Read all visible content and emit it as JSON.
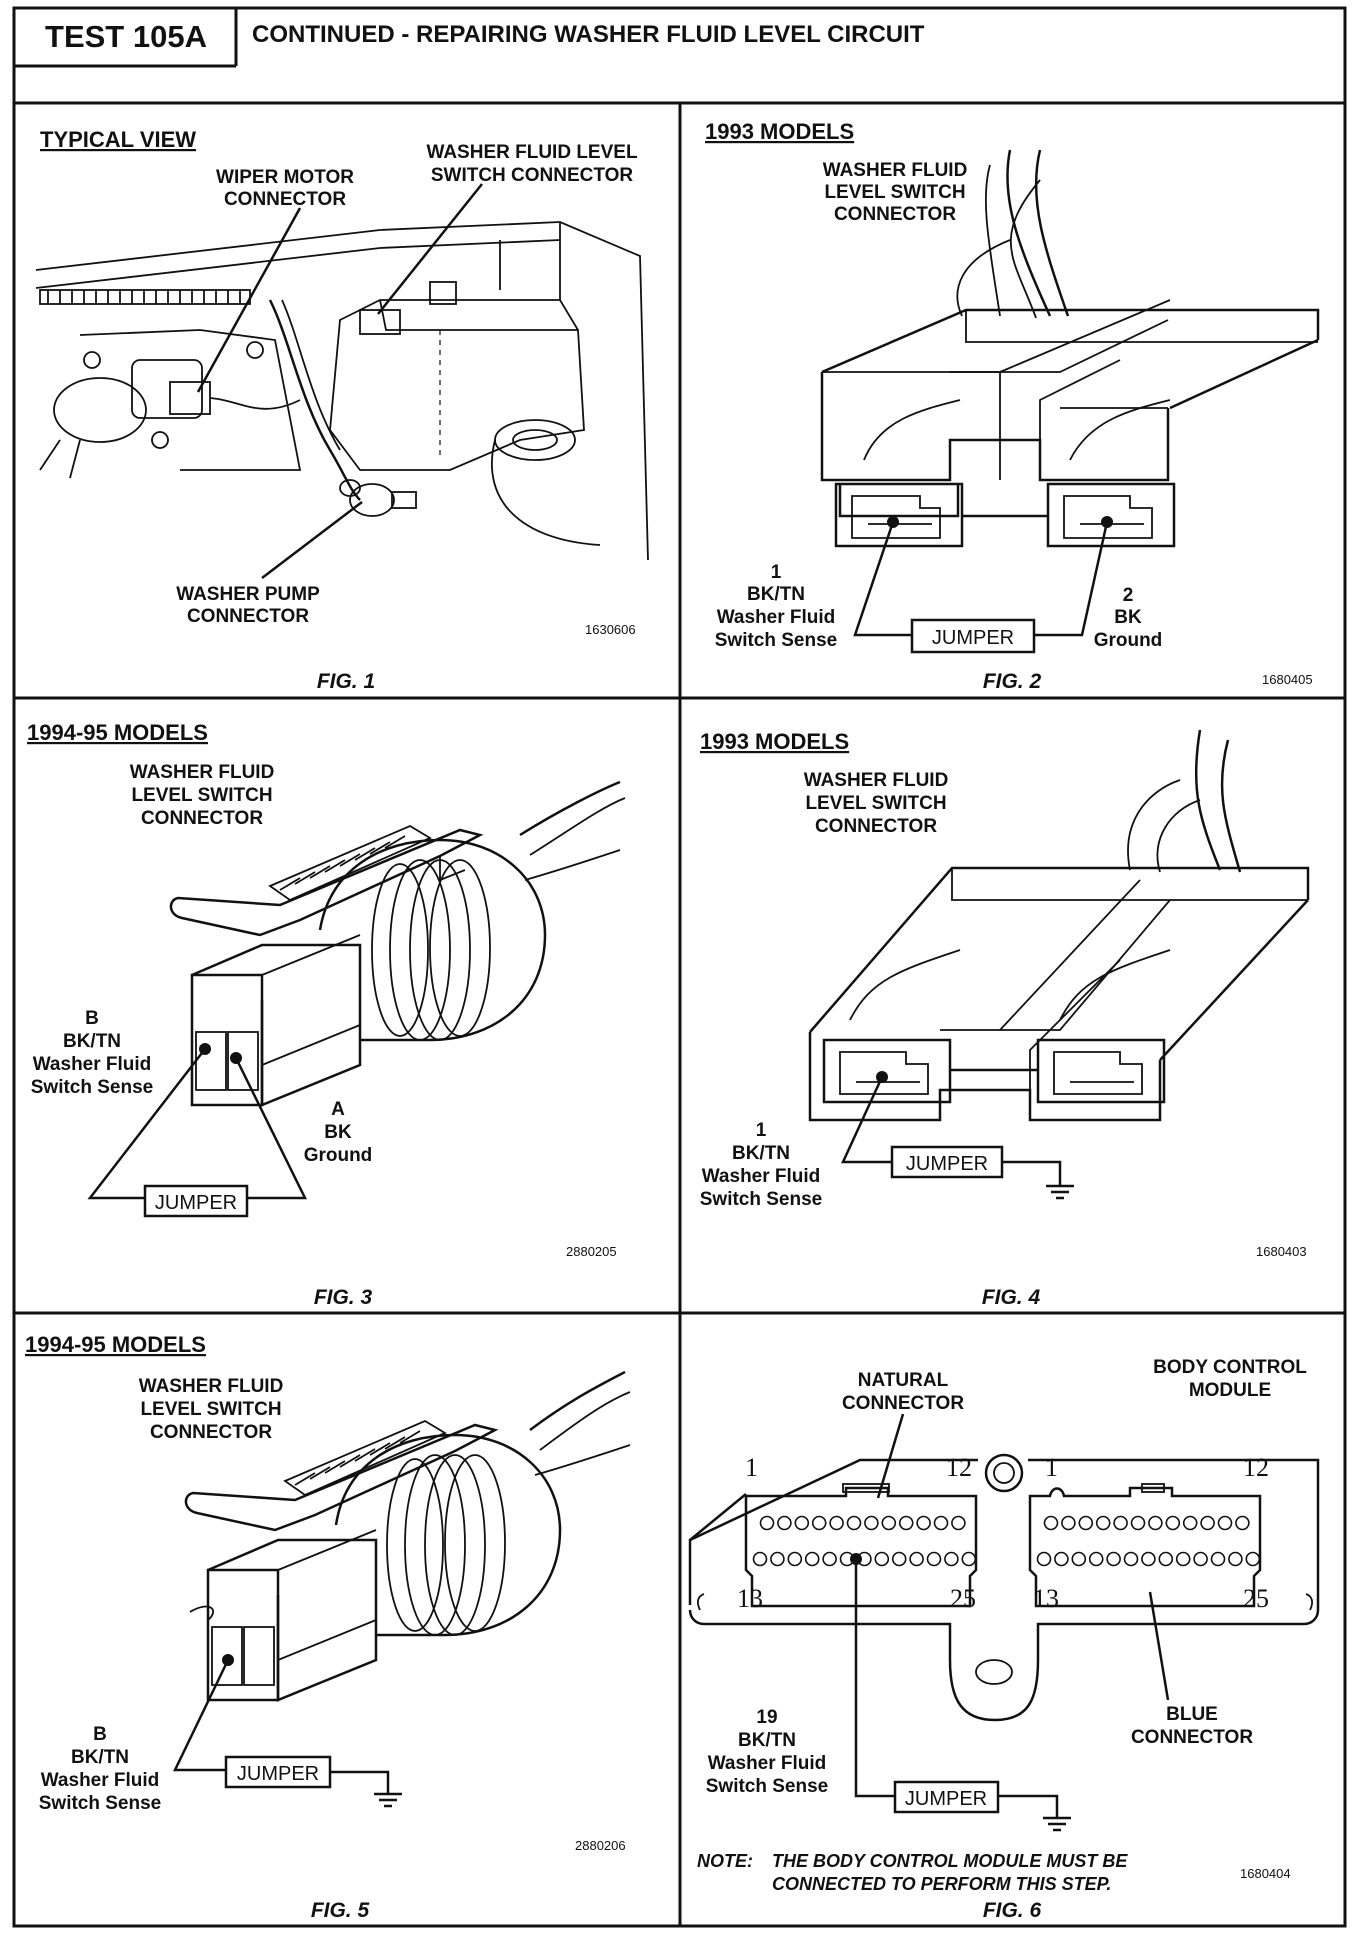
{
  "header": {
    "test_id": "TEST 105A",
    "title": "CONTINUED -  REPAIRING WASHER FLUID LEVEL CIRCUIT"
  },
  "fig1": {
    "section": "TYPICAL VIEW",
    "wiper_line1": "WIPER MOTOR",
    "wiper_line2": "CONNECTOR",
    "switch_line1": "WASHER FLUID LEVEL",
    "switch_line2": "SWITCH CONNECTOR",
    "pump_line1": "WASHER PUMP",
    "pump_line2": "CONNECTOR",
    "code": "1630606",
    "caption": "FIG. 1"
  },
  "fig2": {
    "section": "1993 MODELS",
    "conn_line1": "WASHER FLUID",
    "conn_line2": "LEVEL SWITCH",
    "conn_line3": "CONNECTOR",
    "pin1_num": "1",
    "pin1_color": "BK/TN",
    "pin1_desc1": "Washer Fluid",
    "pin1_desc2": "Switch Sense",
    "pin2_num": "2",
    "pin2_color": "BK",
    "pin2_desc": "Ground",
    "jumper": "JUMPER",
    "code": "1680405",
    "caption": "FIG. 2"
  },
  "fig3": {
    "section": "1994-95 MODELS",
    "conn_line1": "WASHER FLUID",
    "conn_line2": "LEVEL SWITCH",
    "conn_line3": "CONNECTOR",
    "pinb_letter": "B",
    "pinb_color": "BK/TN",
    "pinb_desc1": "Washer Fluid",
    "pinb_desc2": "Switch Sense",
    "pina_letter": "A",
    "pina_color": "BK",
    "pina_desc": "Ground",
    "jumper": "JUMPER",
    "code": "2880205",
    "caption": "FIG. 3"
  },
  "fig4": {
    "section": "1993 MODELS",
    "conn_line1": "WASHER FLUID",
    "conn_line2": "LEVEL SWITCH",
    "conn_line3": "CONNECTOR",
    "pin1_num": "1",
    "pin1_color": "BK/TN",
    "pin1_desc1": "Washer Fluid",
    "pin1_desc2": "Switch Sense",
    "jumper": "JUMPER",
    "code": "1680403",
    "caption": "FIG. 4"
  },
  "fig5": {
    "section": "1994-95 MODELS",
    "conn_line1": "WASHER FLUID",
    "conn_line2": "LEVEL SWITCH",
    "conn_line3": "CONNECTOR",
    "pinb_letter": "B",
    "pinb_color": "BK/TN",
    "pinb_desc1": "Washer Fluid",
    "pinb_desc2": "Switch Sense",
    "jumper": "JUMPER",
    "code": "2880206",
    "caption": "FIG. 5"
  },
  "fig6": {
    "natural_line1": "NATURAL",
    "natural_line2": "CONNECTOR",
    "bcm_line1": "BODY CONTROL",
    "bcm_line2": "MODULE",
    "pin_1": "1",
    "pin_12": "12",
    "pin_13": "13",
    "pin_25": "25",
    "blue_line1": "BLUE",
    "blue_line2": "CONNECTOR",
    "pin19_num": "19",
    "pin19_color": "BK/TN",
    "pin19_desc1": "Washer Fluid",
    "pin19_desc2": "Switch Sense",
    "jumper": "JUMPER",
    "note_label": "NOTE:",
    "note_line1": "THE BODY CONTROL MODULE MUST BE",
    "note_line2": "CONNECTED TO PERFORM THIS STEP.",
    "code": "1680404",
    "caption": "FIG. 6"
  }
}
